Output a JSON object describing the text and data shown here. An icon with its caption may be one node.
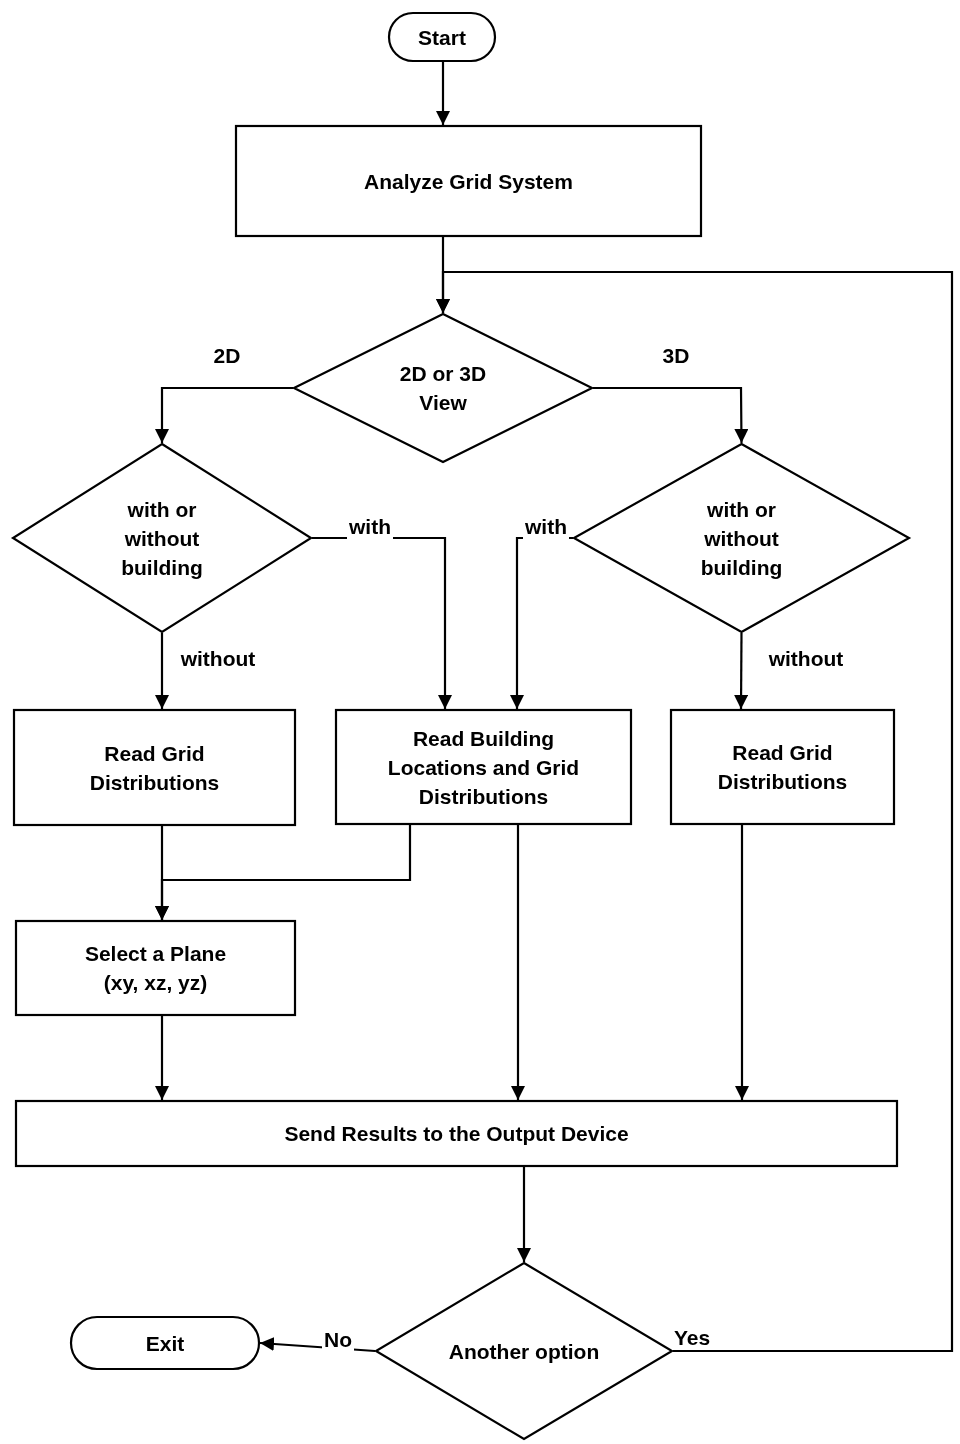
{
  "diagram": {
    "nodes": [
      {
        "text": [
          "Start"
        ]
      },
      {
        "text": [
          "Analyze Grid System"
        ]
      },
      {
        "text": [
          "2D or 3D View"
        ]
      },
      {
        "text": [
          "with or without building"
        ]
      },
      {
        "text": [
          "with or without building"
        ]
      },
      {
        "text": [
          "Read Grid Distributions"
        ]
      },
      {
        "text": [
          "Read Building Locations and Grid Distributions"
        ]
      },
      {
        "text": [
          "Read Grid Distributions"
        ]
      },
      {
        "text": [
          "Select a Plane (xy, xz, yz)"
        ]
      },
      {
        "text": [
          "Send Results to the Output Device"
        ]
      },
      {
        "text": [
          "Another option"
        ]
      },
      {
        "text": [
          "Exit"
        ]
      }
    ],
    "edges": [
      {
        "from": 0,
        "to": 1,
        "arrow": "to"
      },
      {
        "from": 1,
        "to": 2,
        "arrow": "to"
      },
      {
        "from": 2,
        "to": 3,
        "arrow": "to",
        "label": "2D"
      },
      {
        "from": 2,
        "to": 4,
        "arrow": "to",
        "label": "3D"
      },
      {
        "from": 3,
        "to": 5,
        "arrow": "to",
        "label": "without"
      },
      {
        "from": 3,
        "to": 6,
        "arrow": "to",
        "label": "with"
      },
      {
        "from": 4,
        "to": 6,
        "arrow": "to",
        "label": "with"
      },
      {
        "from": 4,
        "to": 7,
        "arrow": "to",
        "label": "without"
      },
      {
        "from": 5,
        "to": 8,
        "arrow": "to"
      },
      {
        "from": 6,
        "to": 8,
        "arrow": "to"
      },
      {
        "from": 8,
        "to": 9,
        "arrow": "to"
      },
      {
        "from": 6,
        "to": 9,
        "arrow": "to"
      },
      {
        "from": 7,
        "to": 9,
        "arrow": "to"
      },
      {
        "from": 9,
        "to": 10,
        "arrow": "to"
      },
      {
        "from": 10,
        "to": 11,
        "arrow": "to",
        "label": "No"
      },
      {
        "from": 10,
        "to": 2,
        "arrow": "to",
        "label": "Yes"
      }
    ]
  }
}
